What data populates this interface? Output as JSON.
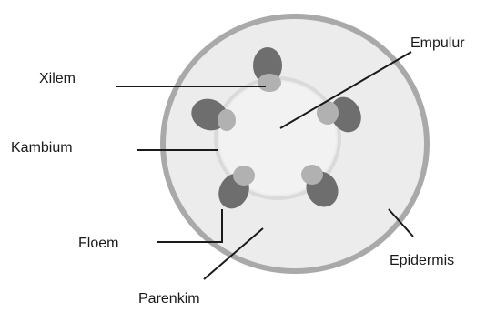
{
  "labels": {
    "xilem": "Xilem",
    "empulur": "Empulur",
    "kambium": "Kambium",
    "floem": "Floem",
    "epidermis": "Epidermis",
    "parenkim": "Parenkim"
  },
  "colors": {
    "epidermis_ring": "#a9a9a9",
    "tissue_fill": "#ececec",
    "cambium_ring": "#dadada",
    "phloem_dark": "#6e6e6e",
    "xylem_light": "#b1b1b1",
    "leader_line": "#1a1a1a",
    "text": "#1a1a1a"
  },
  "vascular_bundle_count": 5
}
